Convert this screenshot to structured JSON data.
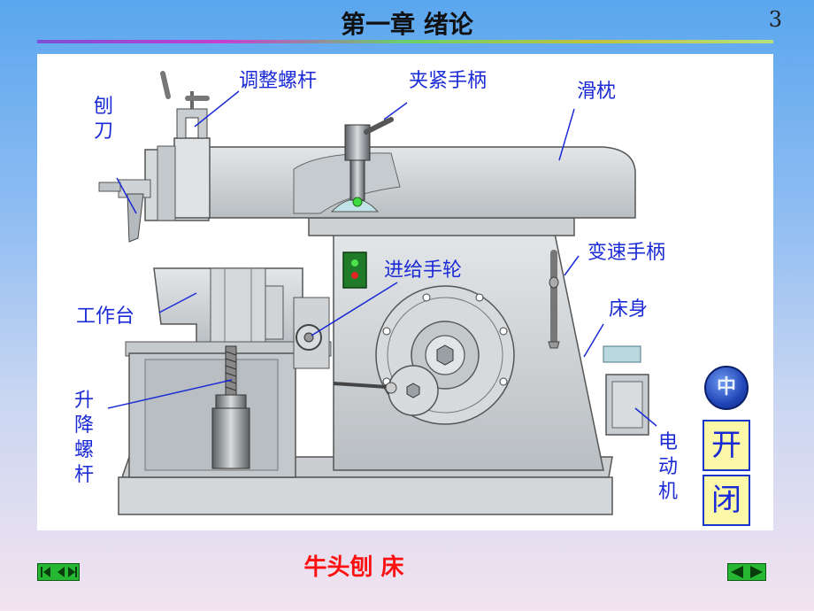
{
  "header": {
    "title": "第一章 绪论",
    "page_number": "3"
  },
  "diagram": {
    "labels": {
      "planer_tool": "刨刀",
      "adjust_screw": "调整螺杆",
      "clamp_handle": "夹紧手柄",
      "ram": "滑枕",
      "feed_handwheel": "进给手轮",
      "speed_handle": "变速手柄",
      "worktable": "工作台",
      "bed": "床身",
      "lift_screw": "升降螺杆",
      "motor": "电动机"
    }
  },
  "controls": {
    "open_label": "开",
    "close_label": "闭",
    "globe_label": "中"
  },
  "caption": "牛头刨 床",
  "colors": {
    "label_blue": "#1b2bd6",
    "caption_red": "#ff1010",
    "machine_gray": "#cfd3d6",
    "button_green": "#26b832"
  }
}
